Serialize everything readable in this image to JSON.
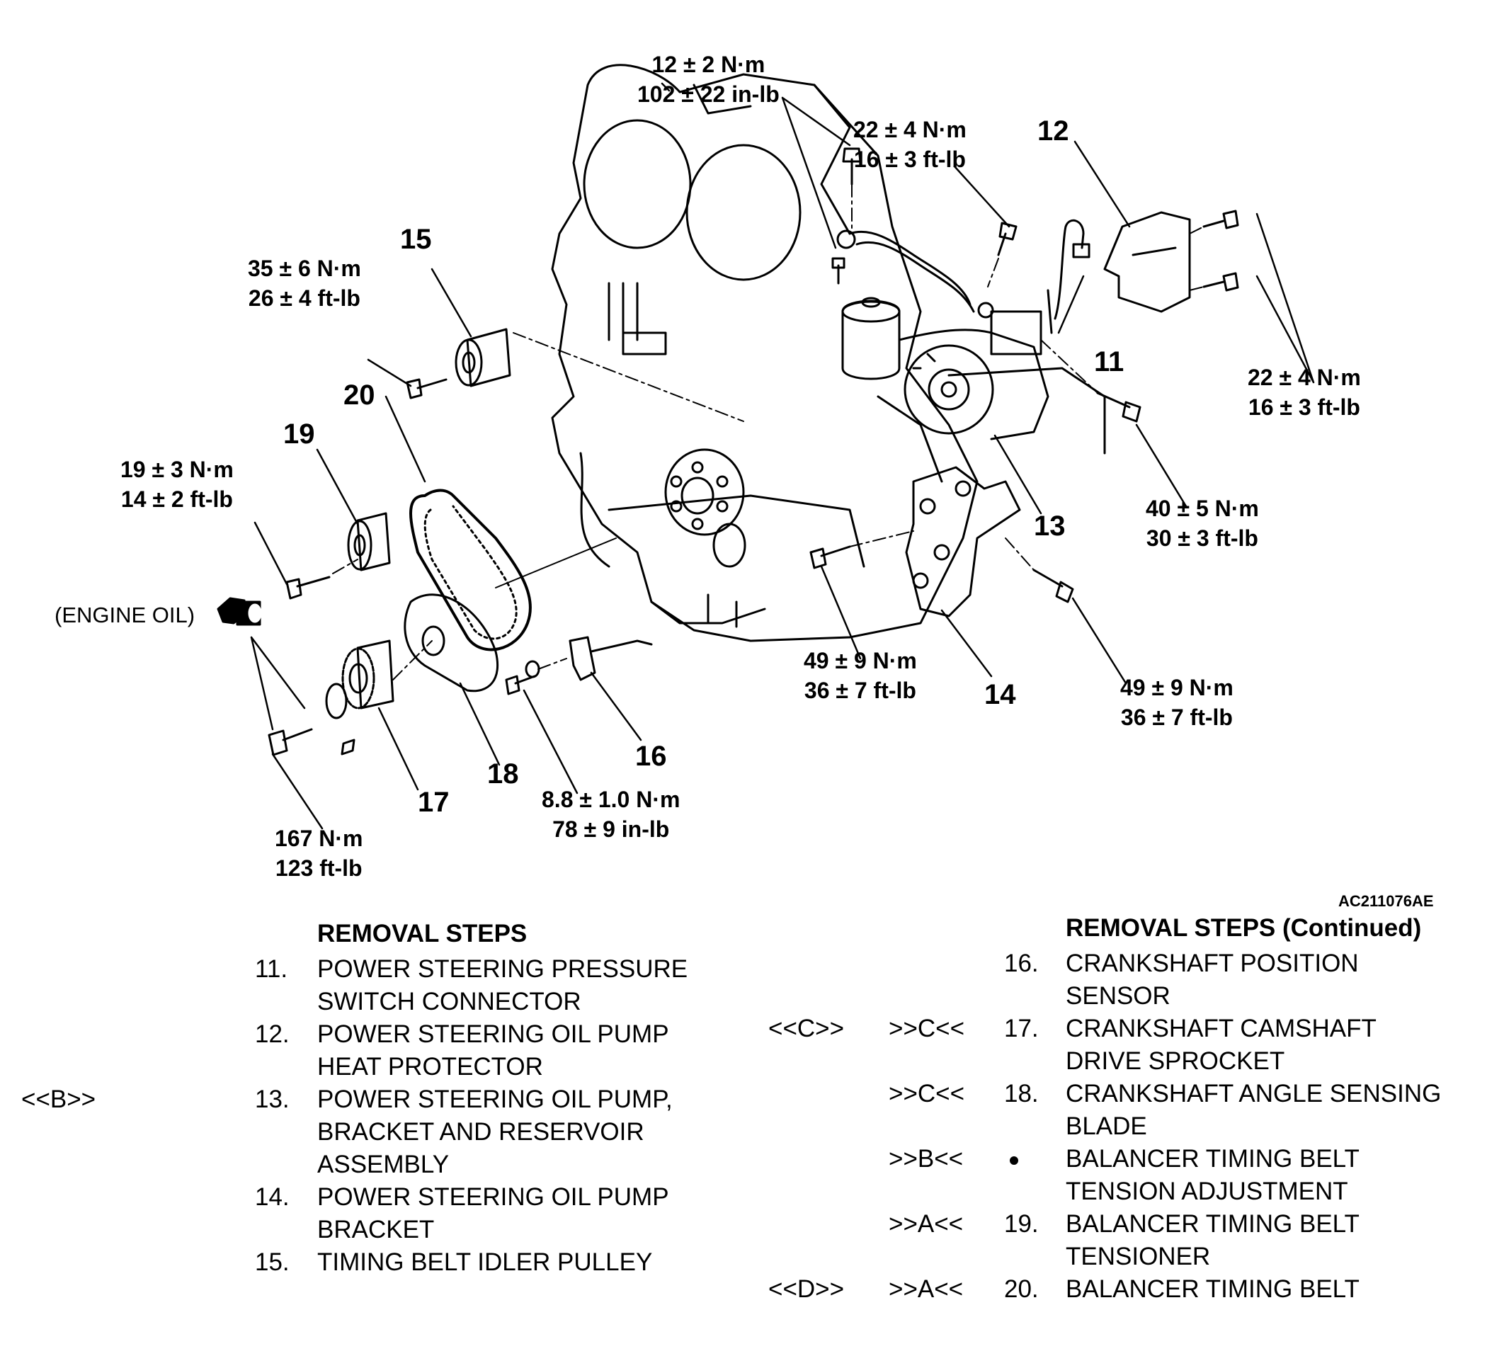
{
  "figure_code": "AC211076AE",
  "engine_oil_label": "(ENGINE OIL)",
  "part_numbers": {
    "p11": "11",
    "p12": "12",
    "p13": "13",
    "p14": "14",
    "p15": "15",
    "p16": "16",
    "p17": "17",
    "p18": "18",
    "p19": "19",
    "p20": "20"
  },
  "torques": [
    {
      "nm": "12 ± 2 N·m",
      "imp": "102 ± 22 in-lb"
    },
    {
      "nm": "22 ± 4 N·m",
      "imp": "16 ± 3 ft-lb"
    },
    {
      "nm": "22 ± 4 N·m",
      "imp": "16 ± 3 ft-lb"
    },
    {
      "nm": "35 ± 6 N·m",
      "imp": "26 ± 4 ft-lb"
    },
    {
      "nm": "19 ± 3 N·m",
      "imp": "14 ± 2 ft-lb"
    },
    {
      "nm": "40 ± 5 N·m",
      "imp": "30 ± 3 ft-lb"
    },
    {
      "nm": "49 ± 9 N·m",
      "imp": "36 ± 7 ft-lb"
    },
    {
      "nm": "49 ± 9 N·m",
      "imp": "36 ± 7 ft-lb"
    },
    {
      "nm": "8.8 ± 1.0 N·m",
      "imp": "78 ± 9 in-lb"
    },
    {
      "nm": "167 N·m",
      "imp": "123 ft-lb"
    }
  ],
  "steps_left": {
    "header": "REMOVAL STEPS",
    "rows": [
      {
        "mark": "",
        "no": "11.",
        "lines": [
          "POWER STEERING PRESSURE",
          "SWITCH CONNECTOR"
        ]
      },
      {
        "mark": "",
        "no": "12.",
        "lines": [
          "POWER STEERING OIL PUMP",
          "HEAT PROTECTOR"
        ]
      },
      {
        "mark": "<<B>>",
        "no": "13.",
        "lines": [
          "POWER STEERING OIL PUMP,",
          "BRACKET AND RESERVOIR",
          "ASSEMBLY"
        ]
      },
      {
        "mark": "",
        "no": "14.",
        "lines": [
          "POWER STEERING OIL PUMP",
          "BRACKET"
        ]
      },
      {
        "mark": "",
        "no": "15.",
        "lines": [
          "TIMING BELT IDLER PULLEY"
        ]
      }
    ]
  },
  "steps_right": {
    "header": "REMOVAL STEPS (Continued)",
    "rows": [
      {
        "mark1": "",
        "mark2": "",
        "no": "16.",
        "lines": [
          "CRANKSHAFT POSITION",
          "SENSOR"
        ]
      },
      {
        "mark1": "<<C>>",
        "mark2": ">>C<<",
        "no": "17.",
        "lines": [
          "CRANKSHAFT CAMSHAFT",
          "DRIVE SPROCKET"
        ]
      },
      {
        "mark1": "",
        "mark2": ">>C<<",
        "no": "18.",
        "lines": [
          "CRANKSHAFT ANGLE SENSING",
          "BLADE"
        ]
      },
      {
        "mark1": "",
        "mark2": ">>B<<",
        "no": "",
        "bullet": true,
        "lines": [
          "BALANCER TIMING BELT",
          "TENSION ADJUSTMENT"
        ]
      },
      {
        "mark1": "",
        "mark2": ">>A<<",
        "no": "19.",
        "lines": [
          "BALANCER TIMING BELT",
          "TENSIONER"
        ]
      },
      {
        "mark1": "<<D>>",
        "mark2": ">>A<<",
        "no": "20.",
        "lines": [
          "BALANCER TIMING BELT"
        ]
      }
    ]
  }
}
